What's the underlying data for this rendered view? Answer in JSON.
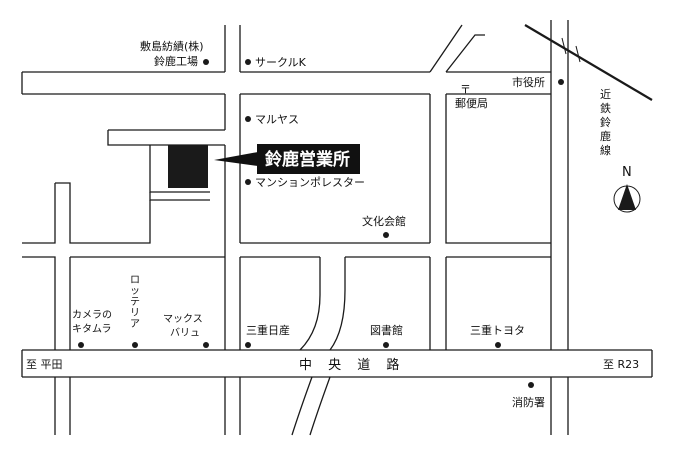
{
  "office": {
    "name": "鈴鹿営業所"
  },
  "roads": {
    "main": "中 央 道 路",
    "left_end": "至 平田",
    "right_end": "至 R23",
    "railway": "近鉄鈴鹿線"
  },
  "north": "N",
  "post_mark": "〒",
  "landmarks": {
    "shikishima_1": "敷島紡績(株)",
    "shikishima_2": "鈴鹿工場",
    "circlek": "サークルK",
    "post": "郵便局",
    "cityhall": "市役所",
    "maruyasu": "マルヤス",
    "mansion": "マンションポレスター",
    "bunka": "文化会館",
    "camera_1": "カメラの",
    "camera_2": "キタムラ",
    "lotteria": "ロッテリア",
    "max_1": "マックス",
    "max_2": "バリュ",
    "sanjuu_nissan": "三重日産",
    "library": "図書館",
    "sanjuu_toyota": "三重トヨタ",
    "fire": "消防署"
  },
  "colors": {
    "ink": "#1a1a1a",
    "building": "#1a1a1a",
    "bubble": "#111111",
    "background": "#ffffff"
  }
}
